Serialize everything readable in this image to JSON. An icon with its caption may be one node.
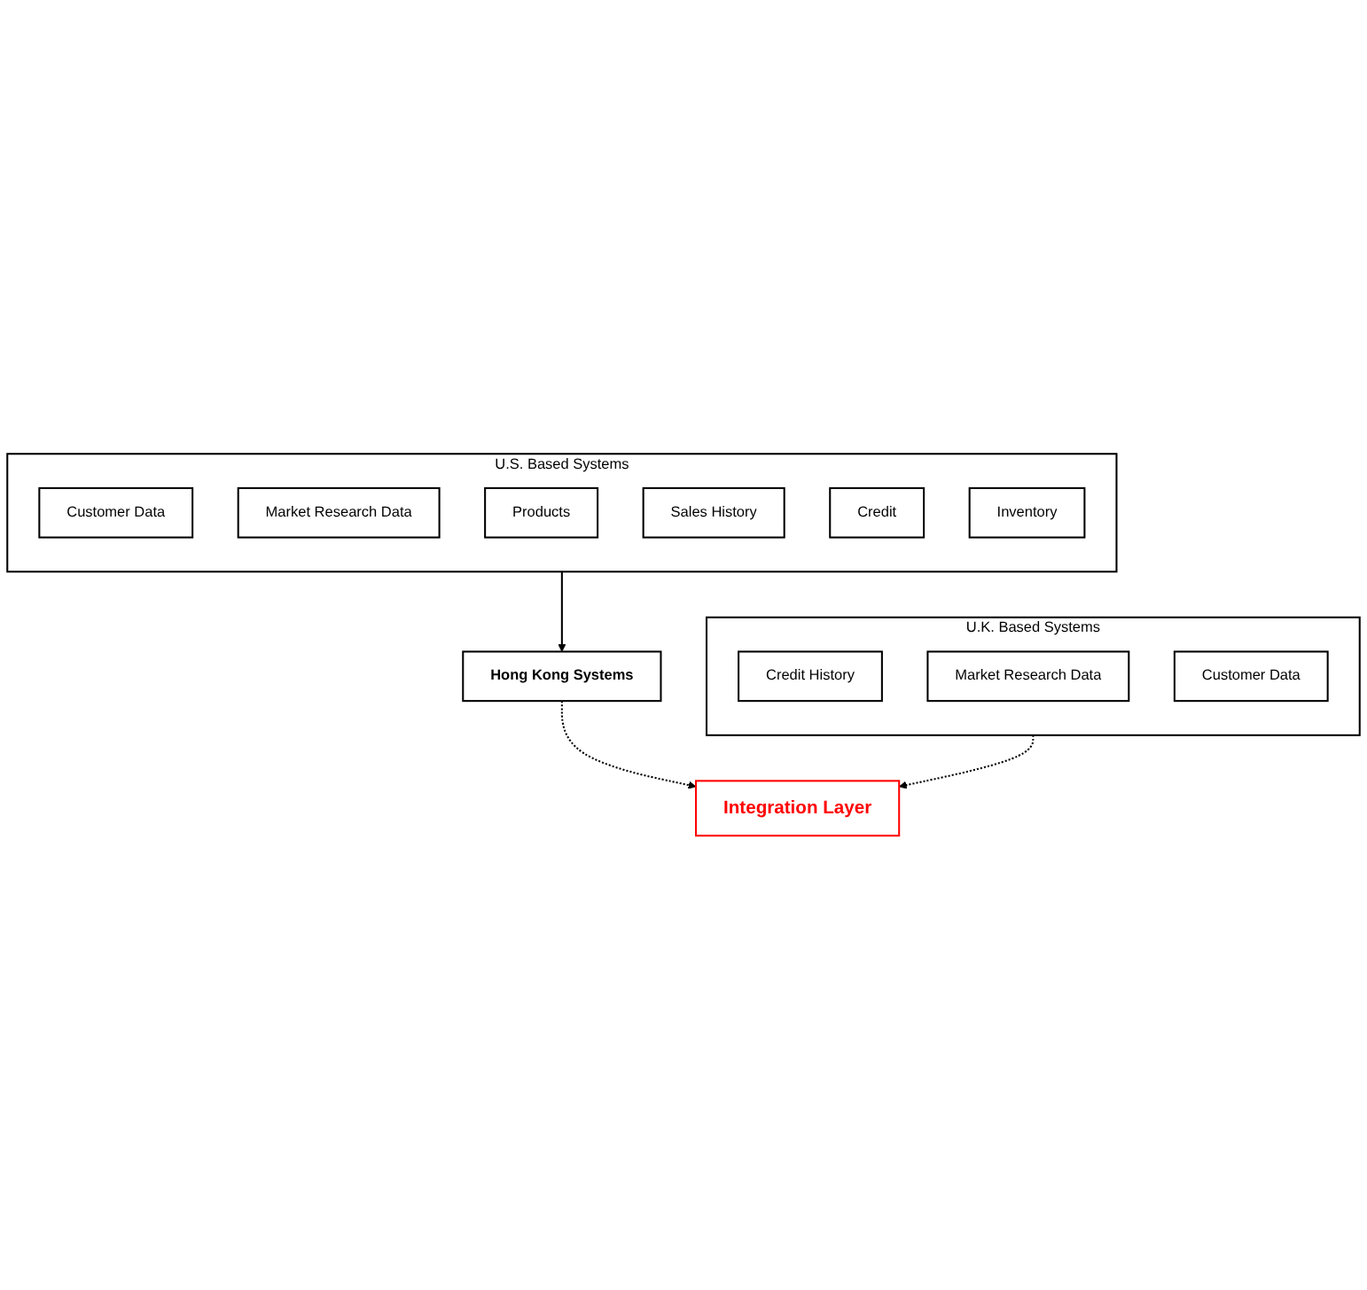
{
  "diagram": {
    "nodes": [
      {
        "text": [
          "Integration Layer"
        ]
      },
      {
        "text": [
          "U.S. Based Systems"
        ]
      },
      {
        "text": [
          "Customer Data"
        ],
        "in": 1
      },
      {
        "text": [
          "Market Research Data"
        ],
        "in": 1
      },
      {
        "text": [
          "Products"
        ],
        "in": 1
      },
      {
        "text": [
          "Sales History"
        ],
        "in": 1
      },
      {
        "text": [
          "Credit"
        ],
        "in": 1
      },
      {
        "text": [
          "Inventory"
        ],
        "in": 1
      },
      {
        "text": [
          "U.K. Based Systems"
        ]
      },
      {
        "text": [
          "Credit History"
        ],
        "in": 8
      },
      {
        "text": [
          "Market Research Data"
        ],
        "in": 8
      },
      {
        "text": [
          "Customer Data"
        ],
        "in": 8
      },
      {
        "text": [
          "Hong Kong Systems"
        ]
      }
    ],
    "edges": [
      {
        "from": 1,
        "to": 12,
        "arrow": "to"
      },
      {
        "from": 12,
        "to": 0,
        "arrow": "to",
        "style": "dashed"
      },
      {
        "from": 8,
        "to": 0,
        "arrow": "to",
        "style": "dashed"
      }
    ]
  }
}
